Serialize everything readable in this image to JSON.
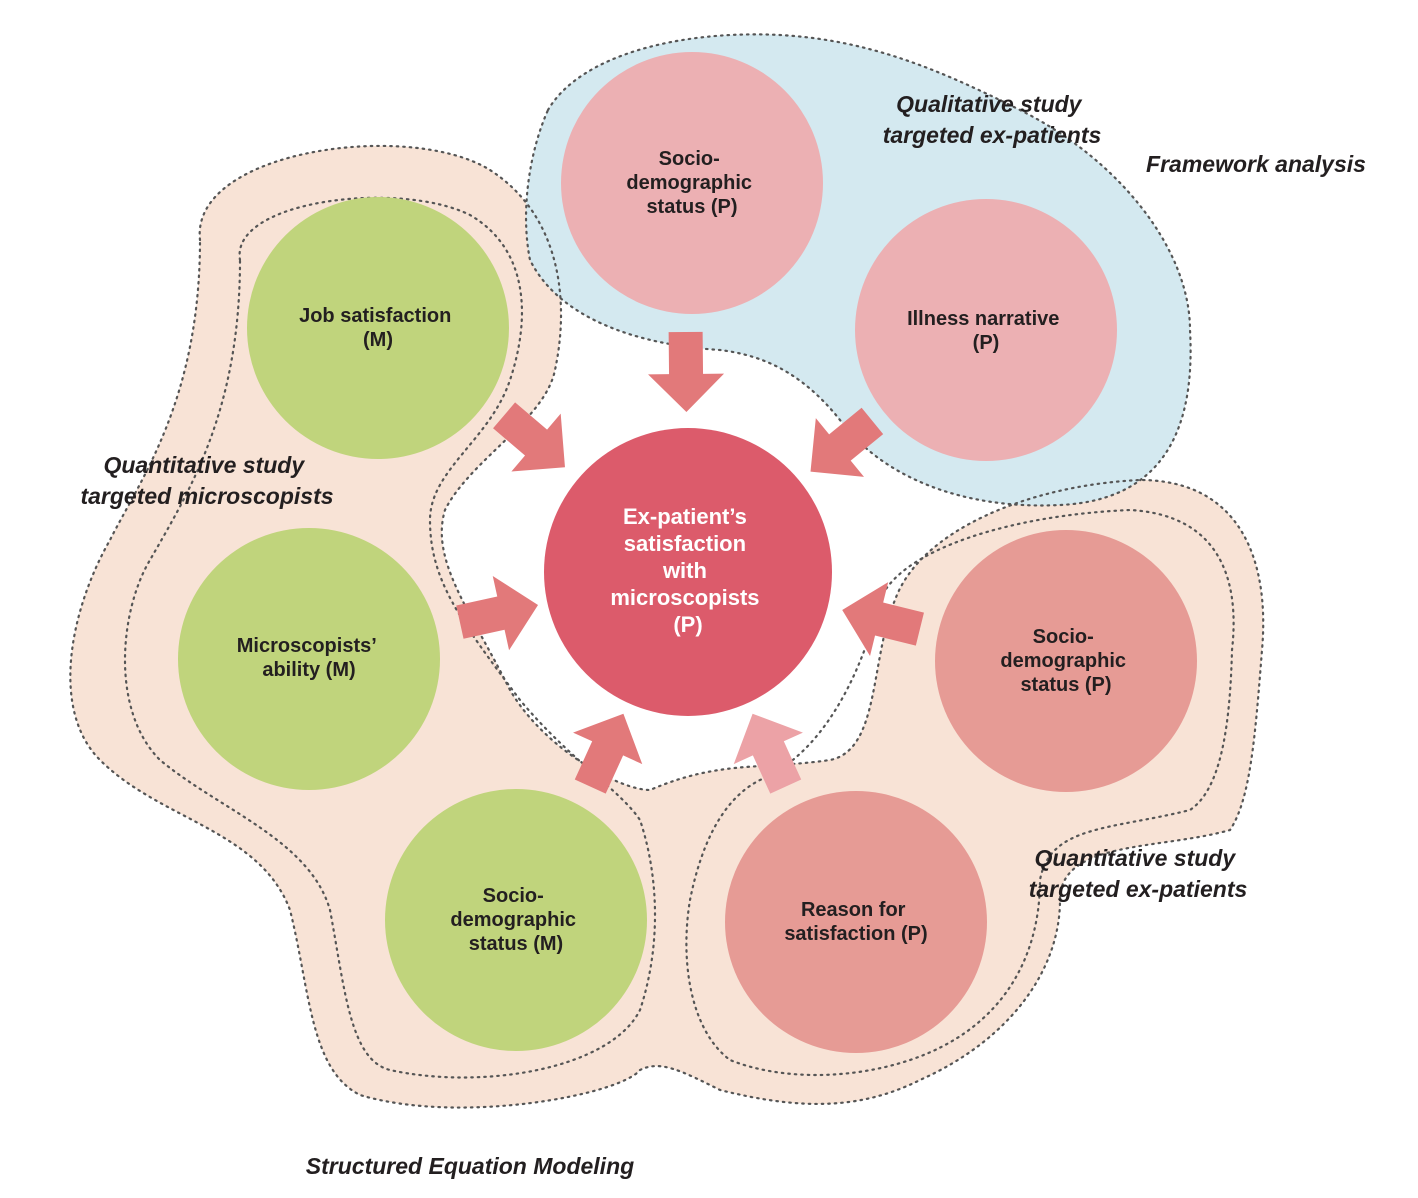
{
  "colors": {
    "peach_region": "#f8e3d6",
    "blue_region": "#d4e9f0",
    "green_circle": "#c0d47c",
    "pink_circle": "#ecb0b3",
    "salmon_circle": "#e69b95",
    "center_circle": "#dc5b6b",
    "arrow": "#e2797a",
    "arrow_light": "#eca2a6",
    "dotted_border": "#555555"
  },
  "nodes": {
    "center": [
      "Ex-patient’s",
      "satisfaction",
      "with",
      "microscopists",
      "(P)"
    ],
    "job_satisfaction": [
      "Job satisfaction",
      "(M)"
    ],
    "microscopists_ability": [
      "Microscopists’",
      "ability (M)"
    ],
    "socio_demographic_m": [
      "Socio-",
      "demographic",
      "status (M)"
    ],
    "socio_demographic_p_top": [
      "Socio-",
      "demographic",
      "status (P)"
    ],
    "illness_narrative": [
      "Illness narrative",
      "(P)"
    ],
    "socio_demographic_p_right": [
      "Socio-",
      "demographic",
      "status (P)"
    ],
    "reason_for_satisfaction": [
      "Reason for",
      "satisfaction (P)"
    ]
  },
  "labels": {
    "qualitative": [
      "Qualitative study",
      "targeted ex-patients"
    ],
    "framework": "Framework analysis",
    "quant_microscopists": [
      "Quantitative study",
      "targeted microscopists"
    ],
    "quant_expatients": [
      "Quantitative study",
      "targeted ex-patients"
    ],
    "sem": "Structured Equation Modeling"
  }
}
